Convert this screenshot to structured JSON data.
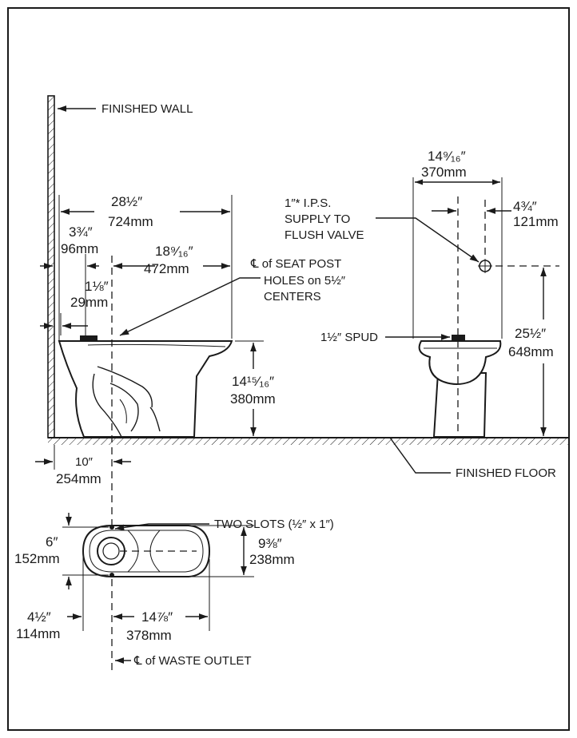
{
  "labels": {
    "finished_wall": "FINISHED WALL",
    "finished_floor": "FINISHED FLOOR",
    "seat_post_1": "℄ of SEAT POST",
    "seat_post_2": "HOLES on 5½″",
    "seat_post_3": "CENTERS",
    "supply_1": "1″* I.P.S.",
    "supply_2": "SUPPLY TO",
    "supply_3": "FLUSH VALVE",
    "spud": "1½″ SPUD",
    "two_slots": "TWO SLOTS (½″ x 1″)",
    "waste_outlet": "℄ of WASTE OUTLET"
  },
  "dimensions": {
    "overall_depth": {
      "in": "28½″",
      "mm": "724mm"
    },
    "wall_to_seat_post": {
      "in": "3¾″",
      "mm": "96mm"
    },
    "seat_post_to_front": {
      "in": "18⁹⁄₁₆″",
      "mm": "472mm"
    },
    "wall_to_tank_back": {
      "in": "1⅛″",
      "mm": "29mm"
    },
    "rim_height": {
      "in": "14¹⁵⁄₁₆″",
      "mm": "380mm"
    },
    "rough_in": {
      "in": "10″",
      "mm": "254mm"
    },
    "front_width": {
      "in": "14⁹⁄₁₆″",
      "mm": "370mm"
    },
    "supply_offset": {
      "in": "4¾″",
      "mm": "121mm"
    },
    "supply_height": {
      "in": "25½″",
      "mm": "648mm"
    },
    "slot_spacing": {
      "in": "6″",
      "mm": "152mm"
    },
    "base_width": {
      "in": "9⅜″",
      "mm": "238mm"
    },
    "base_rear": {
      "in": "4½″",
      "mm": "114mm"
    },
    "base_length": {
      "in": "14⅞″",
      "mm": "378mm"
    }
  }
}
